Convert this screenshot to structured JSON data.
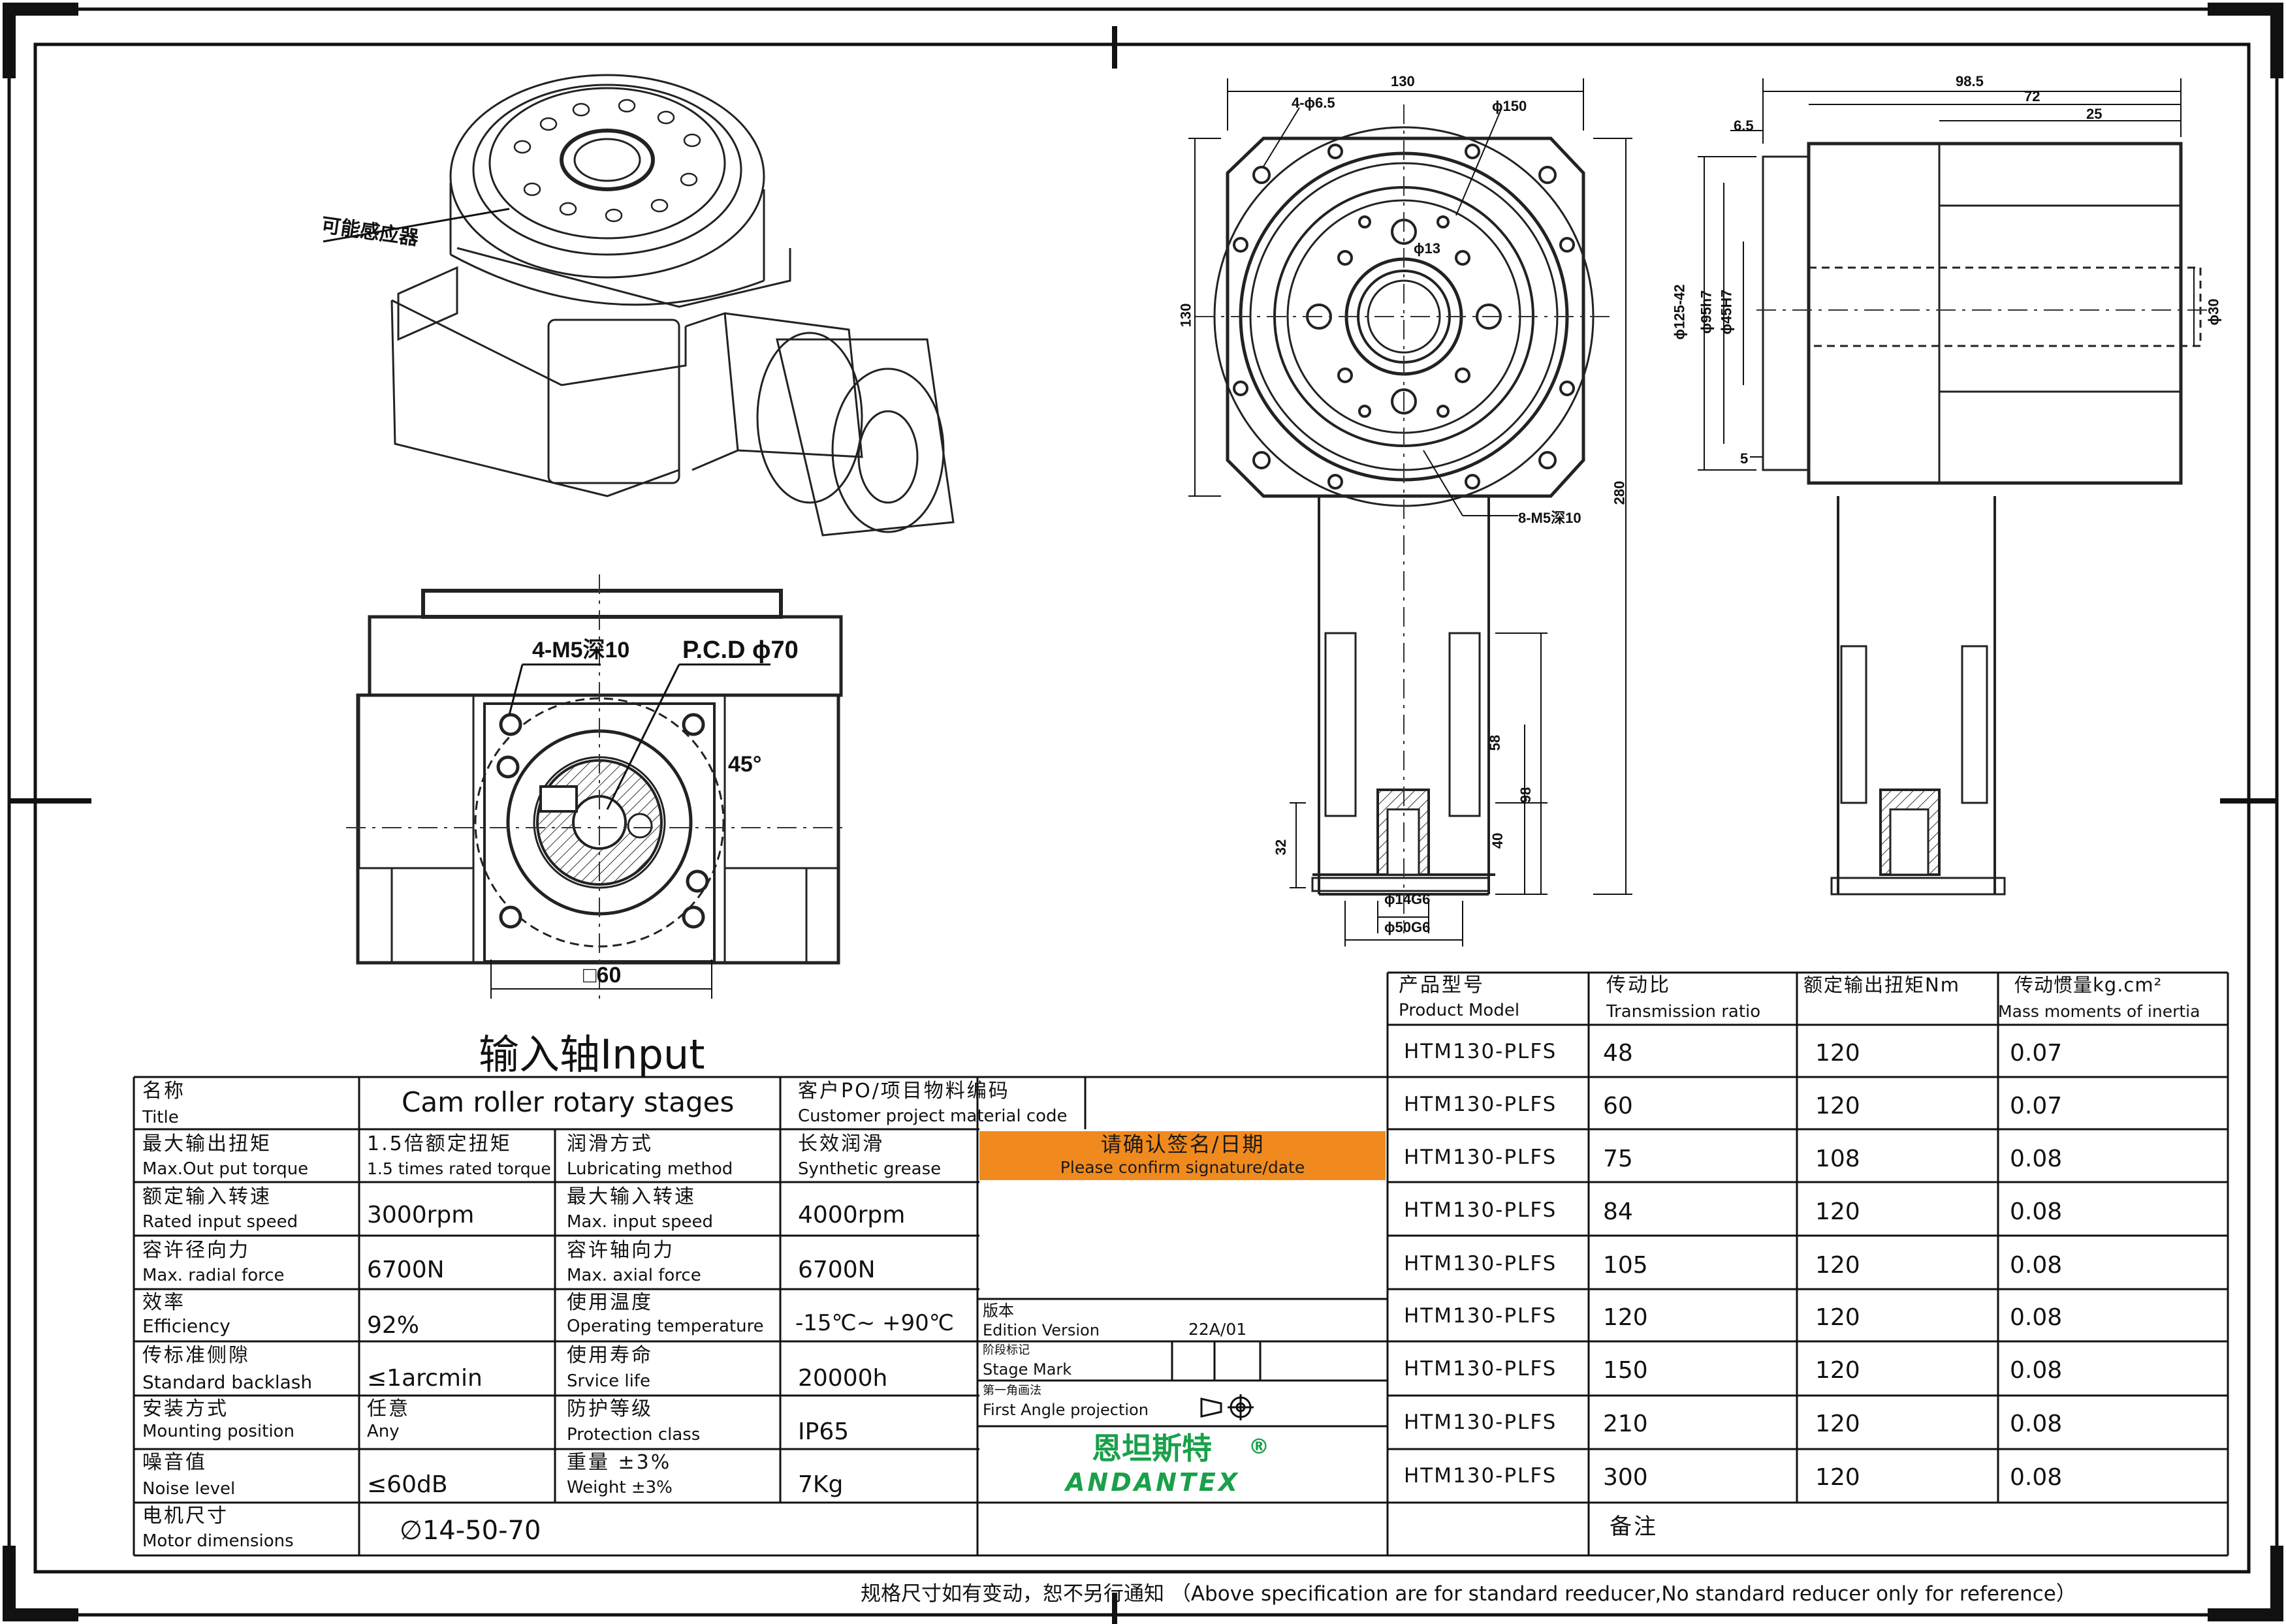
{
  "drawing": {
    "label_sensor": "可能感应器",
    "label_input_hole": "4-M5深10",
    "label_pcd": "P.C.D  ϕ70",
    "label_angle": "45°",
    "label_square": "□60",
    "label_top_holes": "4-ϕ6.5",
    "label_phi150": "ϕ150",
    "label_phi13": "ϕ13",
    "label_m5": "8-M5深10",
    "label_phi14": "ϕ14G6",
    "label_phi50": "ϕ50G6",
    "dims": {
      "w130": "130",
      "h130": "130",
      "h280": "280",
      "d58": "58",
      "d98": "98",
      "d40": "40",
      "d32": "32",
      "r98_5": "98.5",
      "r72": "72",
      "r25": "25",
      "r6_5": "6.5",
      "r5": "5",
      "phi125": "ϕ125-42",
      "phi95": "ϕ95h7",
      "phi45": "ϕ45H7",
      "phi30": "ϕ30"
    },
    "input_title": "输入轴Input"
  },
  "spec": {
    "rows": [
      {
        "zh1": "名称",
        "en1": "Title",
        "v1": "Cam roller rotary stages",
        "zh2": "客户PO/项目物料编码",
        "en2": "Customer project material code",
        "v2": ""
      },
      {
        "zh1": "最大输出扭矩",
        "en1": "Max.Out put torque",
        "v1zh": "1.5倍额定扭矩",
        "v1": "1.5 times rated torque",
        "zh2": "润滑方式",
        "en2": "Lubricating method",
        "v2zh": "长效润滑",
        "v2": "Synthetic grease"
      },
      {
        "zh1": "额定输入转速",
        "en1": "Rated input speed",
        "v1": "3000rpm",
        "zh2": "最大输入转速",
        "en2": "Max. input speed",
        "v2": "4000rpm"
      },
      {
        "zh1": "容许径向力",
        "en1": "Max. radial force",
        "v1": "6700N",
        "zh2": "容许轴向力",
        "en2": "Max. axial force",
        "v2": "6700N"
      },
      {
        "zh1": "效率",
        "en1": "Efficiency",
        "v1": "92%",
        "zh2": "使用温度",
        "en2": "Operating temperature",
        "v2": "-15℃~ +90℃"
      },
      {
        "zh1": "传标准侧隙",
        "en1": "Standard backlash",
        "v1": "≤1arcmin",
        "zh2": "使用寿命",
        "en2": "Srvice life",
        "v2": "20000h"
      },
      {
        "zh1": "安装方式",
        "en1": "Mounting position",
        "v1zh": "任意",
        "v1": "Any",
        "zh2": "防护等级",
        "en2": "Protection class",
        "v2": "IP65"
      },
      {
        "zh1": "噪音值",
        "en1": "Noise level",
        "v1": "≤60dB",
        "zh2": "重量 ±3%",
        "en2": "Weight ±3%",
        "v2": "7Kg"
      },
      {
        "zh1": "电机尺寸",
        "en1": "Motor dimensions",
        "v1": "∅14-50-70"
      }
    ],
    "confirm_zh": "请确认签名/日期",
    "confirm_en": "Please confirm signature/date",
    "confirm_color": "#F08A1E",
    "edition_zh": "版本",
    "edition_en": "Edition Version",
    "edition_value": "22A/01",
    "stage_zh": "阶段标记",
    "stage_en": "Stage Mark",
    "angle_zh": "第一角画法",
    "angle_en": "First Angle projection",
    "brand_zh": "恩坦斯特",
    "brand_en": "ANDANTEX",
    "brand_color": "#1AA04A"
  },
  "models": {
    "headers": [
      {
        "zh": "产品型号",
        "en": "Product Model"
      },
      {
        "zh": "传动比",
        "en": "Transmission ratio"
      },
      {
        "zh": "额定输出扭矩Nm",
        "en": ""
      },
      {
        "zh": "传动惯量kg.cm²",
        "en": "Mass moments of inertia"
      }
    ],
    "rows": [
      {
        "model": "HTM130-PLFS",
        "ratio": "48",
        "torque": "120",
        "inertia": "0.07"
      },
      {
        "model": "HTM130-PLFS",
        "ratio": "60",
        "torque": "120",
        "inertia": "0.07"
      },
      {
        "model": "HTM130-PLFS",
        "ratio": "75",
        "torque": "108",
        "inertia": "0.08"
      },
      {
        "model": "HTM130-PLFS",
        "ratio": "84",
        "torque": "120",
        "inertia": "0.08"
      },
      {
        "model": "HTM130-PLFS",
        "ratio": "105",
        "torque": "120",
        "inertia": "0.08"
      },
      {
        "model": "HTM130-PLFS",
        "ratio": "120",
        "torque": "120",
        "inertia": "0.08"
      },
      {
        "model": "HTM130-PLFS",
        "ratio": "150",
        "torque": "120",
        "inertia": "0.08"
      },
      {
        "model": "HTM130-PLFS",
        "ratio": "210",
        "torque": "120",
        "inertia": "0.08"
      },
      {
        "model": "HTM130-PLFS",
        "ratio": "300",
        "torque": "120",
        "inertia": "0.08"
      }
    ],
    "remark": "备注"
  },
  "footer": "规格尺寸如有变动，恕不另行通知 （Above specification are for standard reeducer,No standard reducer only for reference）"
}
